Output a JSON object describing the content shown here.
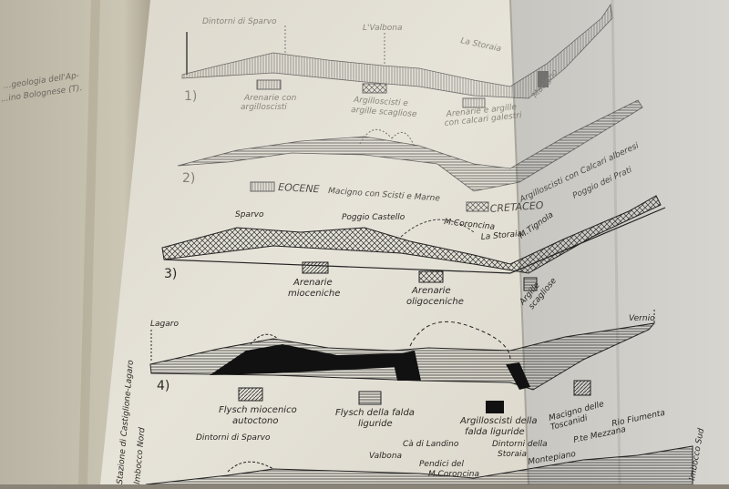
{
  "left_page": {
    "text_lines": [
      "...geologia dell'Ap-",
      "...ino Bolognese (T)."
    ]
  },
  "section1": {
    "number": "1)",
    "places": [
      "Dintorni di Sparvo",
      "L'Valbona",
      "La Storaia"
    ],
    "legend": [
      {
        "l1": "Arenarie con",
        "l2": "argilloscisti"
      },
      {
        "l1": "Argilloscisti e",
        "l2": "argille scagliose"
      },
      {
        "l1": "Arenarie e argille",
        "l2": "con calcari galestri"
      },
      {
        "l1": "Macigno",
        "l2": ""
      }
    ]
  },
  "section2": {
    "number": "2)",
    "eocene": "EOCENE",
    "eocene_desc": "Macigno con Scisti e Marne",
    "cretaceo": "CRETACEO",
    "cretaceo_desc": "Argilloscisti con Calcari alberesi",
    "place": "Poggio dei Prati"
  },
  "section3": {
    "number": "3)",
    "places": [
      "Sparvo",
      "Poggio Castello",
      "M.Coroncina",
      "La Storaia",
      "M.Tignola"
    ],
    "legend": [
      {
        "l1": "Arenarie",
        "l2": "mioceniche"
      },
      {
        "l1": "Arenarie",
        "l2": "oligoceniche"
      },
      {
        "l1": "Argille",
        "l2": "scagliose"
      }
    ]
  },
  "section4": {
    "number": "4)",
    "left_place": "Lagaro",
    "right_place": "Vernio",
    "legend": [
      {
        "l1": "Flysch miocenico",
        "l2": "autoctono"
      },
      {
        "l1": "Flysch della falda",
        "l2": "liguride"
      },
      {
        "l1": "Argilloscisti della",
        "l2": "falda liguride"
      },
      {
        "l1": "Macigno delle",
        "l2": "Toscanidi"
      }
    ]
  },
  "section5": {
    "station": "Stazione di Castiglione-Lagaro",
    "north": "Imbocco Nord",
    "south": "Imbocco Sud",
    "places": [
      "Dintorni di Sparvo",
      "Valbona",
      "Cà di Landino",
      "Pendici del",
      "M.Coroncina",
      "Dintorni della",
      "Storaia",
      "Montepiano",
      "P.te Mezzana",
      "Rio Fiumenta"
    ]
  }
}
